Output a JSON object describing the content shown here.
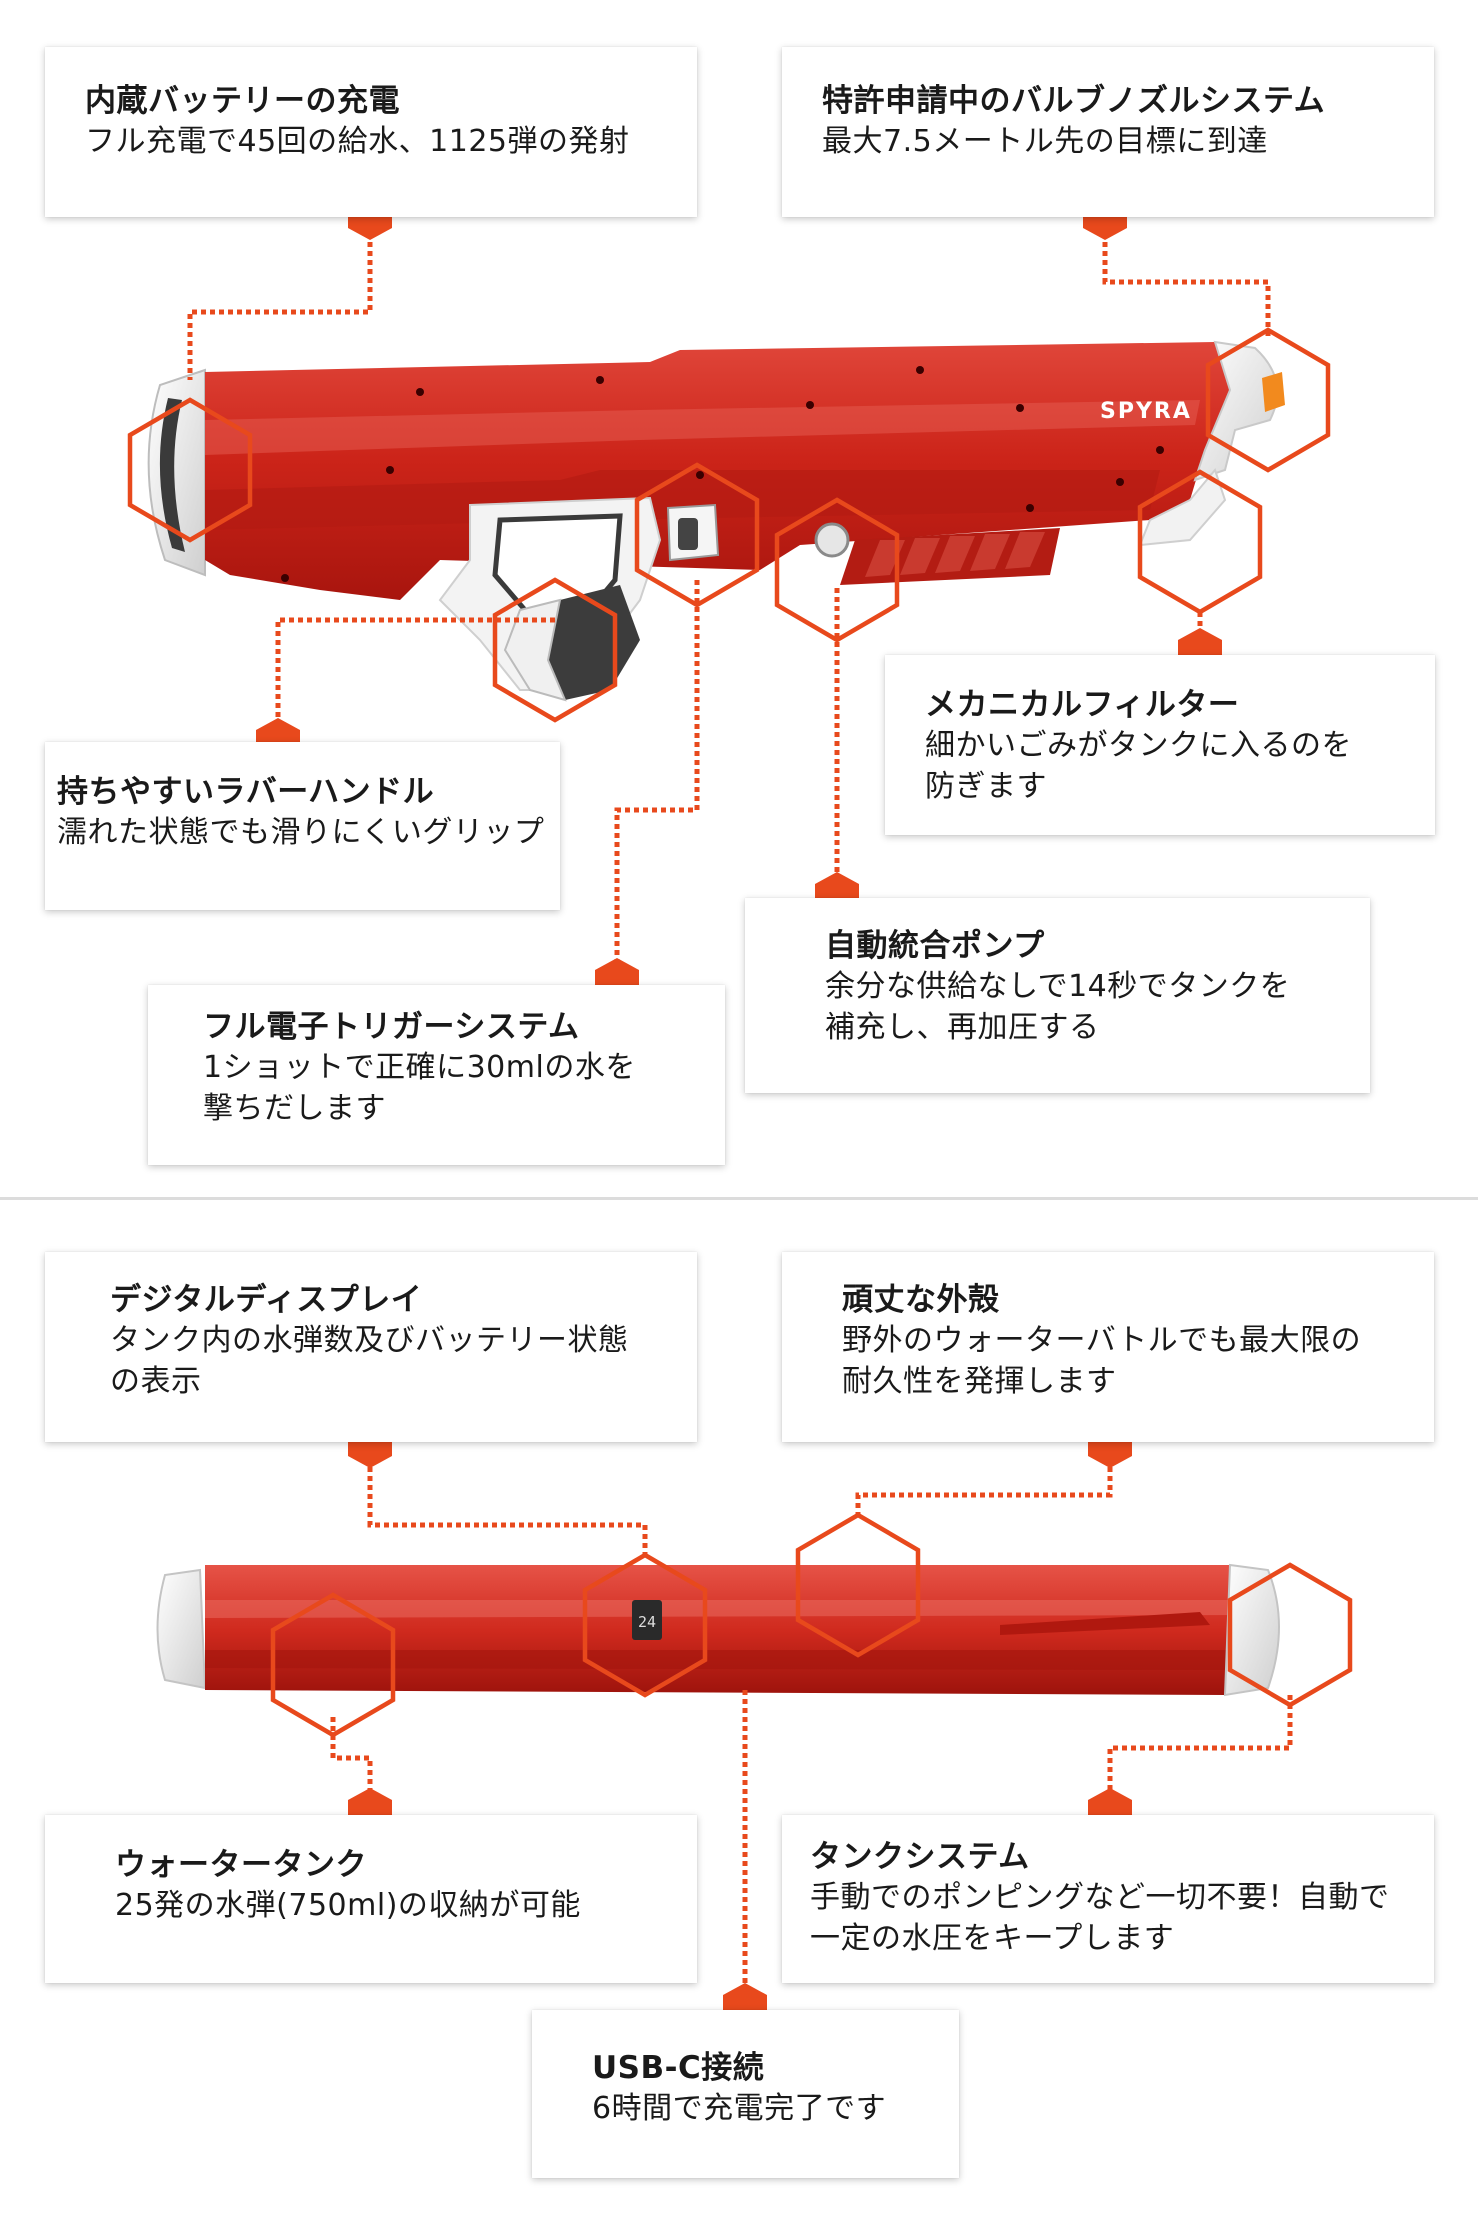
{
  "product": {
    "logo_text": "SPYRA",
    "body_color": "#d12a1f",
    "accent_color": "#e8491c"
  },
  "top_features": [
    {
      "title": "内蔵バッテリーの充電",
      "lines": [
        "フル充電で45回の給水、1125弾の発射"
      ]
    },
    {
      "title": "特許申請中のバルブノズルシステム",
      "lines": [
        "最大7.5メートル先の目標に到達"
      ]
    },
    {
      "title": "メカニカルフィルター",
      "lines": [
        "細かいごみがタンクに入るのを",
        "防ぎます"
      ]
    },
    {
      "title": "持ちやすいラバーハンドル",
      "lines": [
        "濡れた状態でも滑りにくいグリップ"
      ]
    },
    {
      "title": "自動統合ポンプ",
      "lines": [
        "余分な供給なしで14秒でタンクを",
        "補充し、再加圧する"
      ]
    },
    {
      "title": "フル電子トリガーシステム",
      "lines": [
        "1ショットで正確に30mlの水を",
        "撃ちだします"
      ]
    }
  ],
  "bottom_features": [
    {
      "title": "デジタルディスプレイ",
      "lines": [
        "タンク内の水弾数及びバッテリー状態",
        "の表示"
      ]
    },
    {
      "title": "頑丈な外殻",
      "lines": [
        "野外のウォーターバトルでも最大限の",
        "耐久性を発揮します"
      ]
    },
    {
      "title": "ウォータータンク",
      "lines": [
        "25発の水弾(750ml)の収納が可能"
      ]
    },
    {
      "title": "タンクシステム",
      "lines": [
        "手動でのポンピングなど一切不要！自動で",
        "一定の水圧をキープします"
      ]
    },
    {
      "title": "USB-C接続",
      "lines": [
        "6時間で充電完了です"
      ]
    }
  ],
  "display_readout": "24"
}
